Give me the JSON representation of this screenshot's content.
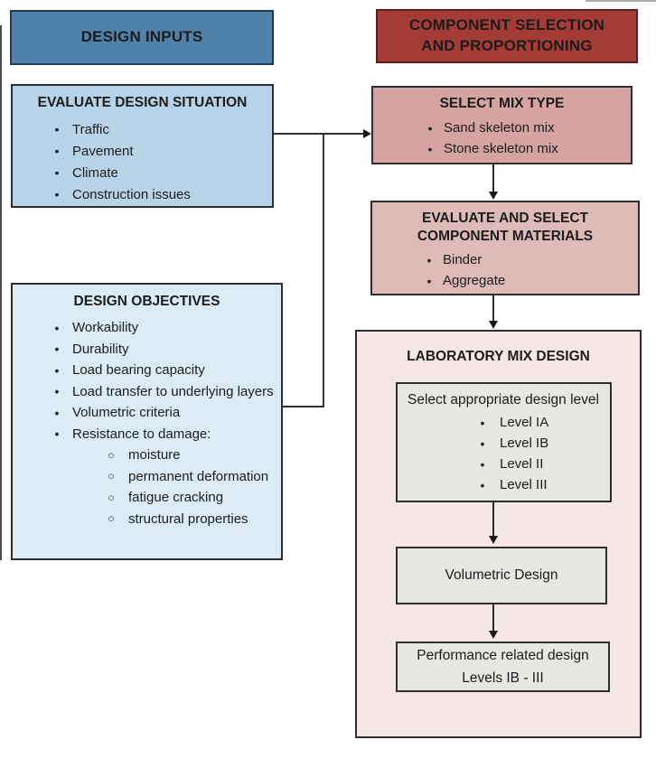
{
  "glyphs": {
    "bullet": "•",
    "sub_bullet": "○"
  },
  "colors": {
    "blue_header": "#4f81ab",
    "blue_light": "#b7d3e8",
    "blue_lighter": "#dcebf6",
    "red_header": "#a43b37",
    "pink_mid": "#d5a3a0",
    "pink_light": "#debbb8",
    "pink_pale": "#f5e7e6",
    "grey_box": "#e8e7e3",
    "text": "#1c1c1c"
  },
  "left": {
    "header": "DESIGN INPUTS",
    "situation": {
      "title": "EVALUATE DESIGN SITUATION",
      "bullets": [
        "Traffic",
        "Pavement",
        "Climate",
        "Construction issues"
      ]
    },
    "objectives": {
      "title": "DESIGN OBJECTIVES",
      "bullets": [
        "Workability",
        "Durability",
        "Load bearing capacity",
        "Load transfer to underlying layers",
        "Volumetric criteria",
        "Resistance to damage:"
      ],
      "sub_bullets": [
        "moisture",
        "permanent deformation",
        "fatigue cracking",
        "structural properties"
      ]
    }
  },
  "right": {
    "header": "COMPONENT SELECTION AND PROPORTIONING",
    "mix_type": {
      "title": "SELECT MIX TYPE",
      "bullets": [
        "Sand skeleton mix",
        "Stone skeleton mix"
      ]
    },
    "materials": {
      "title": "EVALUATE AND SELECT COMPONENT MATERIALS",
      "bullets": [
        "Binder",
        "Aggregate"
      ]
    },
    "laboratory": {
      "title": "LABORATORY MIX DESIGN",
      "design_level": {
        "title": "Select appropriate design level",
        "bullets": [
          "Level IA",
          "Level IB",
          "Level II",
          "Level III"
        ]
      },
      "volumetric": "Volumetric Design",
      "performance_line1": "Performance related design",
      "performance_line2": "Levels IB - III"
    }
  }
}
